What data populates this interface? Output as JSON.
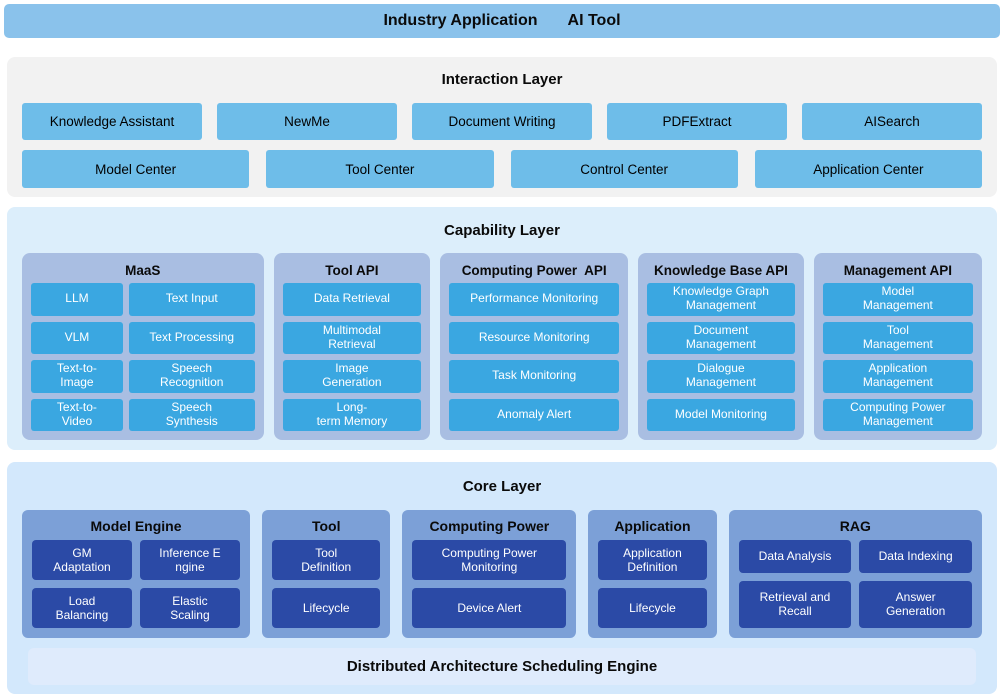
{
  "palette": {
    "top_bar": "#8AC2EB",
    "interaction_bg": "#F2F2F2",
    "interaction_button": "#6EBDE9",
    "capability_bg": "#DCEEFB",
    "capability_group_bg": "#A9BEE2",
    "capability_item": "#3AA7E1",
    "core_bg": "#D3E8FC",
    "core_group_bg": "#7CA0D7",
    "core_item": "#2B4AA6",
    "scheduling_bar_bg": "#DFEBFC"
  },
  "top_bar": {
    "left": "Industry Application",
    "right": "AI Tool"
  },
  "interaction_layer": {
    "title": "Interaction Layer",
    "row1": [
      "Knowledge Assistant",
      "NewMe",
      "Document Writing",
      "PDFExtract",
      "AISearch"
    ],
    "row2": [
      "Model Center",
      "Tool Center",
      "Control Center",
      "Application Center"
    ]
  },
  "capability_layer": {
    "title": "Capability Layer",
    "maas": {
      "title": "MaaS",
      "col1": [
        "LLM",
        "VLM",
        "Text-to-\nImage",
        "Text-to-\nVideo"
      ],
      "col2": [
        "Text Input",
        "Text Processing",
        "Speech\nRecognition",
        "Speech\nSynthesis"
      ]
    },
    "tool_api": {
      "title": "Tool API",
      "items": [
        "Data Retrieval",
        "Multimodal\nRetrieval",
        "Image\nGeneration",
        "Long-\nterm Memory"
      ]
    },
    "computing_power_api": {
      "title": "Computing Power  API",
      "items": [
        "Performance Monitoring",
        "Resource Monitoring",
        "Task Monitoring",
        "Anomaly Alert"
      ]
    },
    "knowledge_base_api": {
      "title": "Knowledge Base API",
      "items": [
        "Knowledge Graph\nManagement",
        "Document\nManagement",
        "Dialogue\nManagement",
        "Model Monitoring"
      ]
    },
    "management_api": {
      "title": "Management API",
      "items": [
        "Model\nManagement",
        "Tool\nManagement",
        "Application\nManagement",
        "Computing Power\nManagement"
      ]
    }
  },
  "core_layer": {
    "title": "Core Layer",
    "model_engine": {
      "title": "Model Engine",
      "items": [
        "GM\nAdaptation",
        "Inference E\nngine",
        "Load\nBalancing",
        "Elastic\nScaling"
      ]
    },
    "tool": {
      "title": "Tool",
      "items": [
        "Tool\nDefinition",
        "Lifecycle"
      ]
    },
    "computing_power": {
      "title": "Computing Power",
      "items": [
        "Computing Power\nMonitoring",
        "Device Alert"
      ]
    },
    "application": {
      "title": "Application",
      "items": [
        "Application\nDefinition",
        "Lifecycle"
      ]
    },
    "rag": {
      "title": "RAG",
      "items": [
        "Data Analysis",
        "Data Indexing",
        "Retrieval and\nRecall",
        "Answer\nGeneration"
      ]
    },
    "footer": "Distributed Architecture Scheduling Engine"
  }
}
